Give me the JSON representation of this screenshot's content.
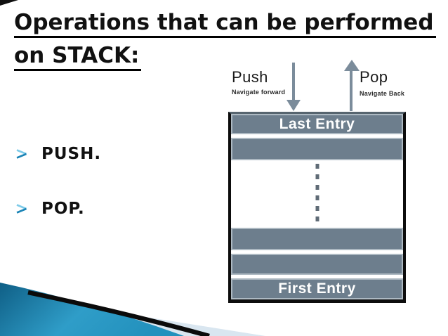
{
  "slide": {
    "title": {
      "line1": "Operations that can be performed",
      "line2": "on STACK:"
    },
    "bullets": [
      {
        "icon": "arrow-bullet-icon",
        "label": "PUSH."
      },
      {
        "icon": "arrow-bullet-icon",
        "label": "POP."
      }
    ],
    "diagram": {
      "push": {
        "label": "Push",
        "sublabel": "Navigate forward",
        "arrow": "down"
      },
      "pop": {
        "label": "Pop",
        "sublabel": "Navigate Back",
        "arrow": "up"
      },
      "stack": {
        "rows": [
          {
            "label": "Last Entry"
          },
          {
            "label": ""
          },
          {
            "label": ""
          },
          {
            "label": ""
          },
          {
            "label": "First Entry"
          }
        ],
        "ellipsis": "dashed-vertical-line"
      }
    },
    "colors": {
      "accent_teal": "#2F9DC8",
      "pale_blue": "#D9E6F0",
      "stack_bar_gray": "#6D7E8D",
      "arrow_gray": "#7B8C9B",
      "text_black": "#111111"
    }
  }
}
